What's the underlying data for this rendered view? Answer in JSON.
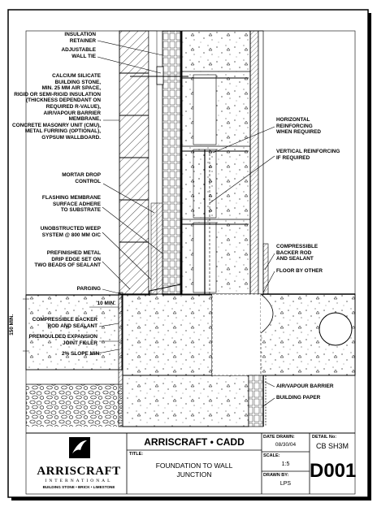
{
  "annotations": {
    "insulation_retainer": "INSULATION\nRETAINER",
    "adjustable_wall_tie": "ADJUSTABLE\nWALL TIE",
    "wall_assembly": "CALCIUM SILICATE\nBUILDING STONE,\nMIN. 25 MM AIR SPACE,\nRIGID OR SEMI-RIGID INSULATION\n(THICKNESS DEPENDANT ON\nREQUIRED R-VALUE),\nAIR/VAPOUR BARRIER\nMEMBRANE,\nCONCRETE MASONRY UNIT (CMU),\nMETAL FURRING (OPTIONAL),\nGYPSUM WALLBOARD.",
    "mortar_drop_control": "MORTAR DROP\nCONTROL",
    "flashing_membrane": "FLASHING MEMBRANE\nSURFACE ADHERE\nTO SUBSTRATE",
    "weep_system": "UNOBSTRUCTED WEEP\nSYSTEM @ 800 MM O/C",
    "drip_edge": "PREFINISHED METAL\nDRIP EDGE SET ON\nTWO BEADS OF SEALANT",
    "parging": "PARGING",
    "dim_10": "10 MIN.",
    "dim_150": "150 MIN.",
    "backer_rod_left": "COMPRESSIBLE BACKER\nROD AND SEALANT",
    "expansion_filler": "PREMOULDED EXPANSION\nJOINT FILLER",
    "slope": "2% SLOPE MIN.",
    "horizontal_reinforcing": "HORIZONTAL\nREINFORCING\nWHEN REQUIRED",
    "vertical_reinforcing": "VERTICAL REINFORCING\nIF REQUIRED",
    "backer_rod_right": "COMPRESSIBLE\nBACKER ROD\nAND SEALANT",
    "floor_by_other": "FLOOR BY OTHER",
    "air_vapour_barrier": "AIR/VAPOUR BARRIER",
    "building_paper": "BUILDING PAPER"
  },
  "title_block": {
    "company": "ARRISCRAFT • CADD",
    "logo_name": "ARRISCRAFT",
    "logo_sub": "INTERNATIONAL",
    "logo_tag": "BUILDING STONE • BRICK • LIMESTONE",
    "title_label": "TITLE:",
    "title": "FOUNDATION TO WALL\nJUNCTION",
    "date_label": "DATE DRAWN:",
    "date": "08/30/04",
    "scale_label": "SCALE:",
    "scale": "1:5",
    "drawn_by_label": "DRAWN BY:",
    "drawn_by": "LPS",
    "detail_label": "DETAIL No:",
    "detail_code": "CB SH3M",
    "drawing_number": "D001"
  }
}
